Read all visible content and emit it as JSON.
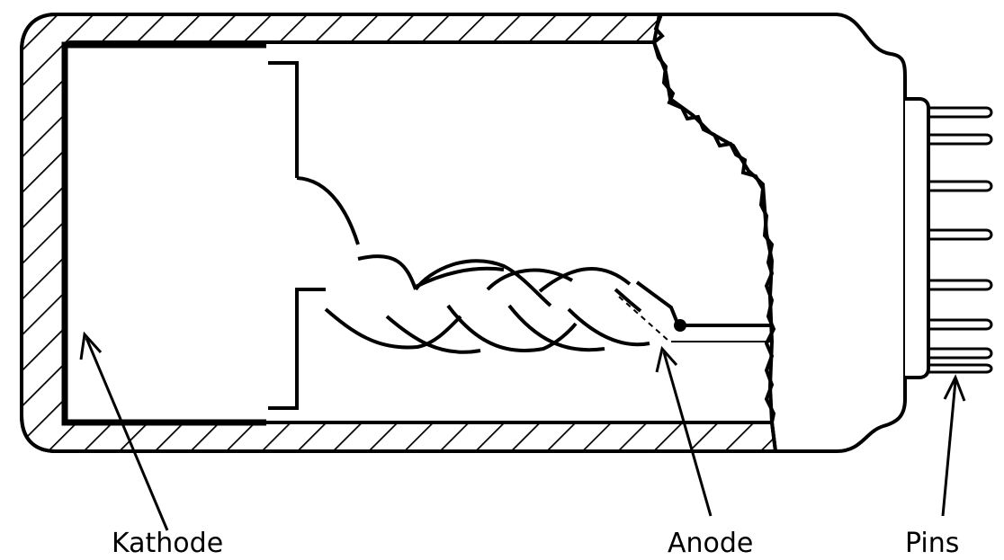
{
  "labels": {
    "kathode": "Kathode",
    "anode": "Anode",
    "pins": "Pins"
  },
  "colors": {
    "stroke": "#000000",
    "background": "#ffffff"
  }
}
